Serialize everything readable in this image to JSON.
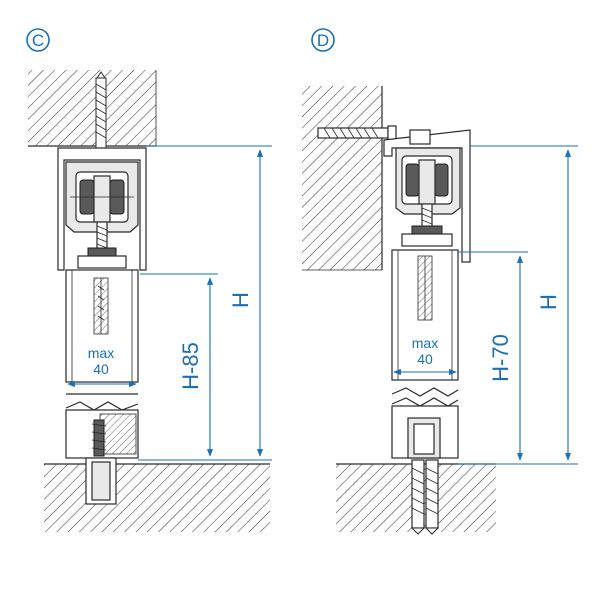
{
  "view_c": {
    "marker": "C",
    "dim_total": "H",
    "dim_partial": "H-85",
    "door_max_top": "max",
    "door_max_bottom": "40"
  },
  "view_d": {
    "marker": "D",
    "dim_total": "H",
    "dim_partial": "H-70",
    "door_max_top": "max",
    "door_max_bottom": "40"
  },
  "colors": {
    "dimension": "#1a6fb5",
    "outline": "#2a2a2a",
    "part_fill": "#e9e9e9"
  }
}
